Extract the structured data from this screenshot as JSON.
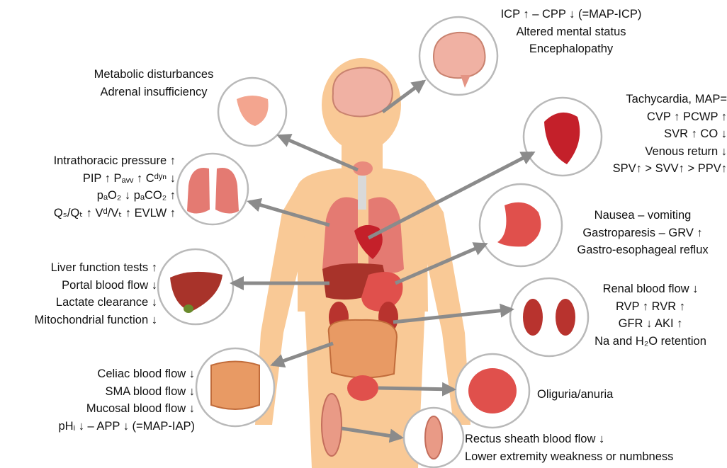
{
  "colors": {
    "body": "#f9c996",
    "circle_stroke": "#b9b9b9",
    "arrow": "#8b8b8b",
    "organ": "#e0504c",
    "organ_dark": "#b8332e"
  },
  "labels": {
    "brain": [
      "ICP ↑ – CPP ↓ (=MAP-ICP)",
      "Altered mental status",
      "Encephalopathy"
    ],
    "adrenal": [
      "Metabolic disturbances",
      "Adrenal insufficiency"
    ],
    "heart": [
      "Tachycardia, MAP=",
      "CVP ↑ PCWP ↑",
      "SVR ↑ CO ↓",
      "Venous return ↓",
      "SPV↑ > SVV↑ > PPV↑"
    ],
    "lungs": [
      "Intrathoracic pressure ↑",
      "PIP ↑ Pₐᵥᵥ ↑ Cᵈʸⁿ ↓",
      "pₐO₂ ↓ pₐCO₂ ↑",
      "Qₛ/Qₜ ↑ Vᵈ/Vₜ ↑ EVLW ↑"
    ],
    "stomach": [
      "Nausea – vomiting",
      "Gastroparesis – GRV ↑",
      "Gastro-esophageal reflux"
    ],
    "liver": [
      "Liver function tests ↑",
      "Portal blood flow ↓",
      "Lactate clearance ↓",
      "Mitochondrial function ↓"
    ],
    "kidneys": [
      "Renal blood flow ↓",
      "RVP ↑ RVR ↑",
      "GFR ↓ AKI ↑",
      "Na and H₂O retention"
    ],
    "bowel": [
      "Celiac blood flow ↓",
      "SMA blood flow ↓",
      "Mucosal blood flow ↓",
      "pHᵢ ↓ – APP ↓ (=MAP-IAP)"
    ],
    "bladder": [
      "Oliguria/anuria"
    ],
    "muscle": [
      "Rectus sheath blood flow ↓",
      "Lower extremity weakness or numbness"
    ]
  }
}
